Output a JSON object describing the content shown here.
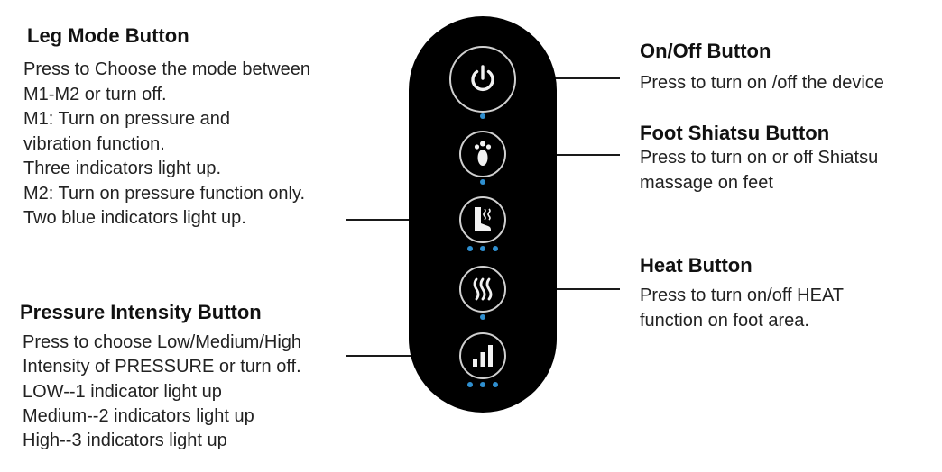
{
  "labels": {
    "leg_mode": {
      "title": "Leg Mode Button",
      "lines": [
        "Press to Choose the mode between",
        "M1-M2 or turn off.",
        "M1: Turn on pressure and",
        "vibration function.",
        "Three indicators light up.",
        "M2: Turn on pressure function only.",
        "Two blue indicators light up."
      ]
    },
    "pressure_intensity": {
      "title": "Pressure Intensity Button",
      "lines": [
        "Press to choose Low/Medium/High",
        "Intensity of PRESSURE or turn off.",
        "LOW--1 indicator light up",
        "Medium--2 indicators light up",
        "High--3 indicators light up"
      ]
    },
    "on_off": {
      "title": "On/Off Button",
      "lines": [
        "Press to turn on /off the device"
      ]
    },
    "foot_shiatsu": {
      "title": "Foot Shiatsu Button",
      "lines": [
        "Press to turn on or off Shiatsu",
        "massage on feet"
      ]
    },
    "heat": {
      "title": "Heat Button",
      "lines": [
        "Press to turn on/off HEAT",
        "function on foot area."
      ]
    }
  },
  "remote": {
    "buttons": [
      {
        "id": "power",
        "icon": "power-icon",
        "indicators": 1
      },
      {
        "id": "foot",
        "icon": "foot-icon",
        "indicators": 1
      },
      {
        "id": "leg",
        "icon": "leg-icon",
        "indicators": 3
      },
      {
        "id": "heat",
        "icon": "heat-icon",
        "indicators": 1
      },
      {
        "id": "pressure",
        "icon": "bars-icon",
        "indicators": 3
      }
    ]
  },
  "colors": {
    "remote_body": "#000000",
    "indicator": "#2f8fd0",
    "button_ring": "#d0d0d0",
    "icon": "#f2f2f2"
  }
}
